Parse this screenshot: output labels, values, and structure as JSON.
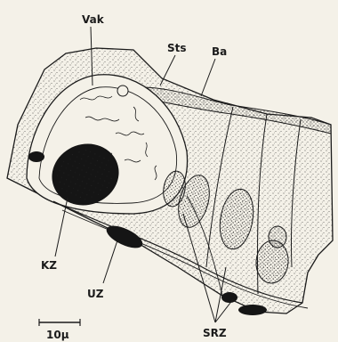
{
  "labels": {
    "vak": "Vak",
    "sts": "Sts",
    "ba": "Ba",
    "kz": "KZ",
    "uz": "UZ",
    "srz": "SRZ",
    "scale": "10µ"
  },
  "colors": {
    "background": "#f4f1e8",
    "ink": "#1b1b1b"
  }
}
